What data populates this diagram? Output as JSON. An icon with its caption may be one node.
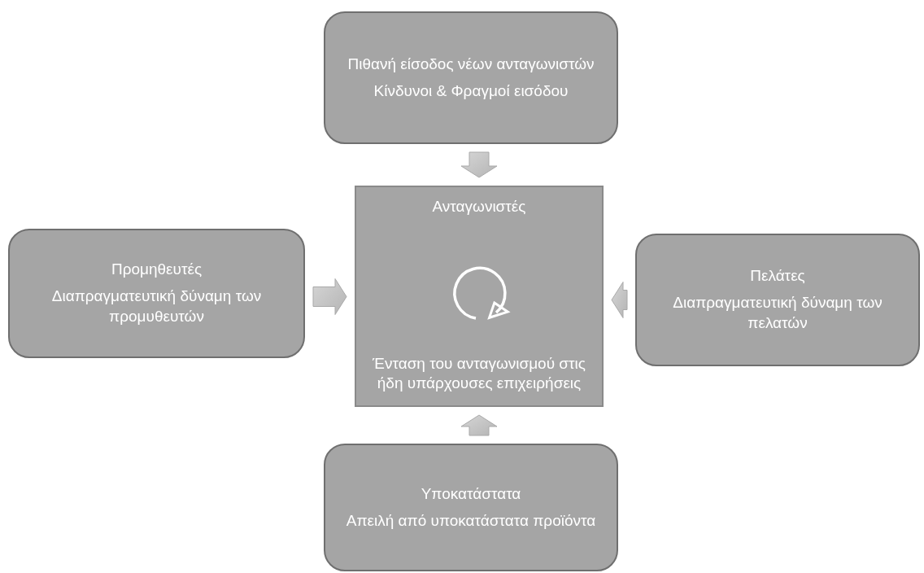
{
  "diagram": {
    "nodes": [
      {
        "text": [
          "Πιθανή είσοδος νέων ανταγωνιστών",
          "Κίνδυνοι & Φραγμοί εισόδου"
        ]
      },
      {
        "text": [
          "Ανταγωνιστές",
          "Ένταση του ανταγωνισμού στις ήδη υπάρχουσες επιχειρήσεις"
        ]
      },
      {
        "text": [
          "Προμηθευτές",
          "Διαπραγματευτική δύναμη των προμυθευτών"
        ]
      },
      {
        "text": [
          "Πελάτες",
          "Διαπραγματευτική δύναμη των πελατών"
        ]
      },
      {
        "text": [
          "Υποκατάστατα",
          "Απειλή από υποκατάστατα προϊόντα"
        ]
      }
    ],
    "edges": [
      {
        "from": 0,
        "to": 1,
        "arrow": "to"
      },
      {
        "from": 2,
        "to": 1,
        "arrow": "to"
      },
      {
        "from": 3,
        "to": 1,
        "arrow": "to"
      },
      {
        "from": 4,
        "to": 1,
        "arrow": "to"
      }
    ]
  }
}
